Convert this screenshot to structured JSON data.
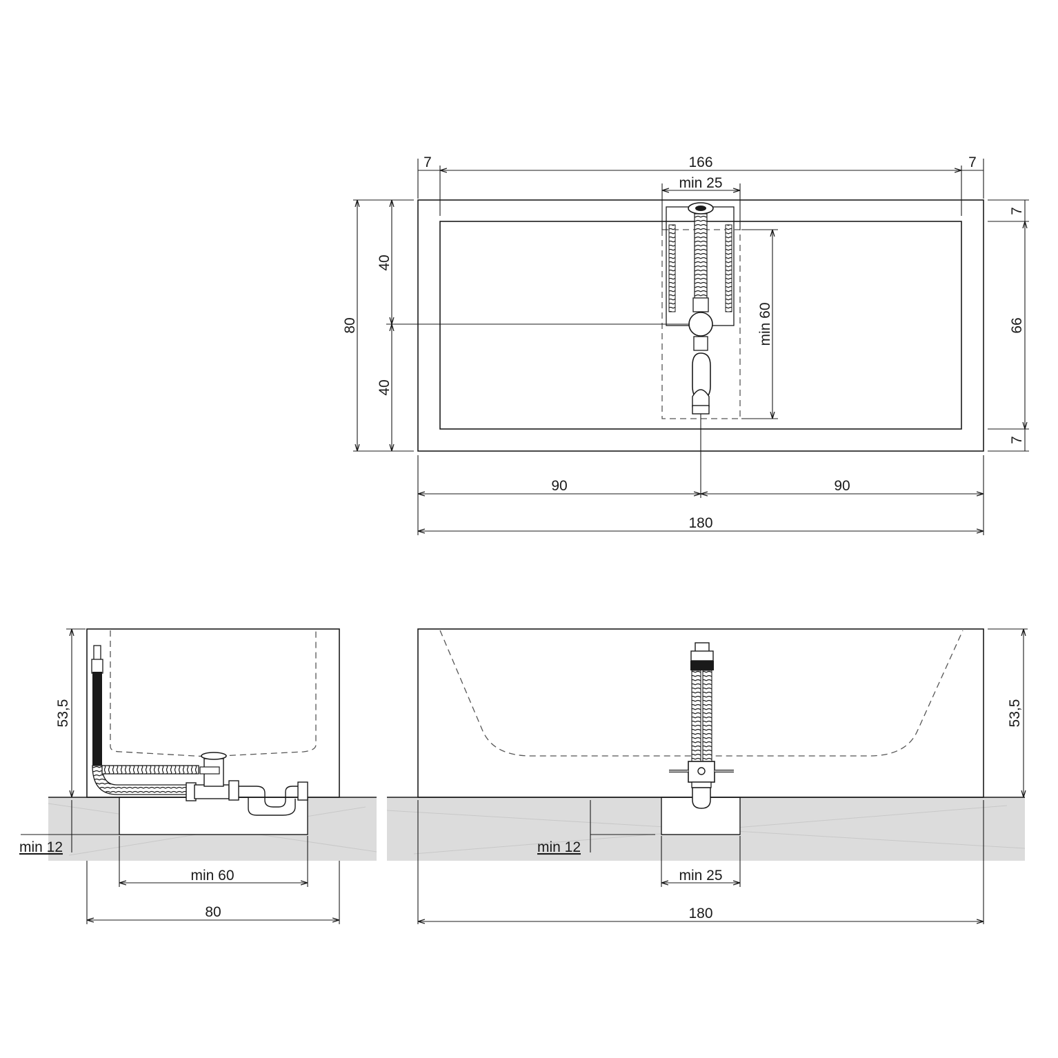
{
  "top_view": {
    "width_total": "180",
    "inner_length": "166",
    "rim_left": "7",
    "rim_right": "7",
    "rim_top": "7",
    "rim_bottom": "7",
    "inner_width": "66",
    "depth_total": "80",
    "half_upper": "40",
    "half_lower": "40",
    "min_access_width": "min 25",
    "min_access_length": "min 60",
    "half_left": "90",
    "half_right": "90"
  },
  "side_view": {
    "height": "53,5",
    "min_recess_depth": "min 12",
    "min_recess_width": "min  60",
    "width_total": "80"
  },
  "front_view": {
    "height": "53,5",
    "min_recess_depth": "min 12",
    "min_recess_width": "min  25",
    "width_total": "180"
  }
}
